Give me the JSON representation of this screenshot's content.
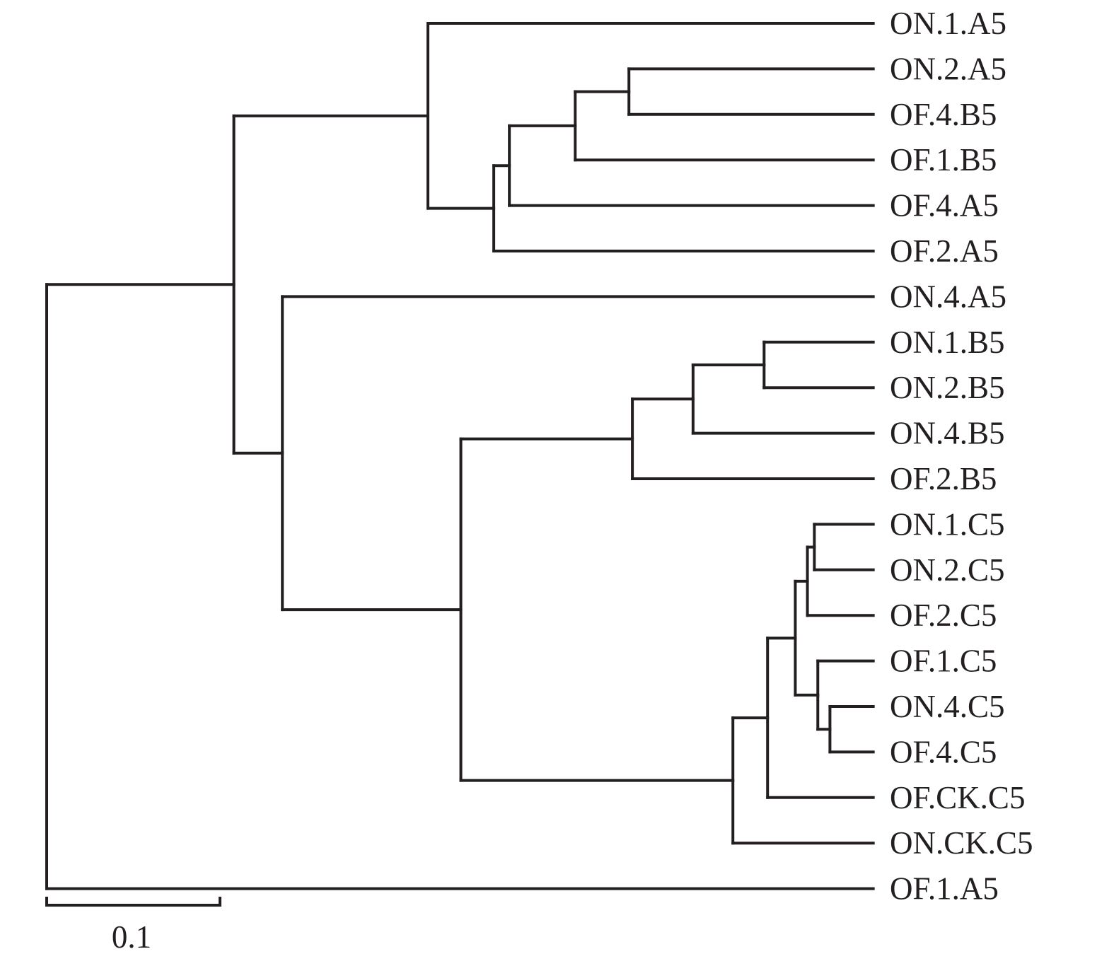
{
  "chart_data": {
    "type": "dendrogram",
    "scale_bar": {
      "value": 0.1,
      "label": "0.1"
    },
    "leaf_depth": 0.477,
    "tree": {
      "depth": 0,
      "children": [
        {
          "depth": 0.108,
          "children": [
            {
              "depth": 0.22,
              "children": [
                {
                  "leaf": "ON.1.A5"
                },
                {
                  "depth": 0.258,
                  "children": [
                    {
                      "depth": 0.267,
                      "children": [
                        {
                          "depth": 0.305,
                          "children": [
                            {
                              "depth": 0.336,
                              "children": [
                                {
                                  "leaf": "ON.2.A5"
                                },
                                {
                                  "leaf": "OF.4.B5"
                                }
                              ]
                            },
                            {
                              "leaf": "OF.1.B5"
                            }
                          ]
                        },
                        {
                          "leaf": "OF.4.A5"
                        }
                      ]
                    },
                    {
                      "leaf": "OF.2.A5"
                    }
                  ]
                }
              ]
            },
            {
              "depth": 0.136,
              "children": [
                {
                  "leaf": "ON.4.A5"
                },
                {
                  "depth": 0.239,
                  "children": [
                    {
                      "depth": 0.338,
                      "children": [
                        {
                          "depth": 0.373,
                          "children": [
                            {
                              "depth": 0.414,
                              "children": [
                                {
                                  "leaf": "ON.1.B5"
                                },
                                {
                                  "leaf": "ON.2.B5"
                                }
                              ]
                            },
                            {
                              "leaf": "ON.4.B5"
                            }
                          ]
                        },
                        {
                          "leaf": "OF.2.B5"
                        }
                      ]
                    },
                    {
                      "depth": 0.396,
                      "children": [
                        {
                          "depth": 0.416,
                          "children": [
                            {
                              "depth": 0.432,
                              "children": [
                                {
                                  "depth": 0.439,
                                  "children": [
                                    {
                                      "depth": 0.443,
                                      "children": [
                                        {
                                          "leaf": "ON.1.C5"
                                        },
                                        {
                                          "leaf": "ON.2.C5"
                                        }
                                      ]
                                    },
                                    {
                                      "leaf": "OF.2.C5"
                                    }
                                  ]
                                },
                                {
                                  "depth": 0.445,
                                  "children": [
                                    {
                                      "leaf": "OF.1.C5"
                                    },
                                    {
                                      "depth": 0.452,
                                      "children": [
                                        {
                                          "leaf": "ON.4.C5"
                                        },
                                        {
                                          "leaf": "OF.4.C5"
                                        }
                                      ]
                                    }
                                  ]
                                }
                              ]
                            },
                            {
                              "leaf": "OF.CK.C5"
                            }
                          ]
                        },
                        {
                          "leaf": "ON.CK.C5"
                        }
                      ]
                    }
                  ]
                }
              ]
            }
          ]
        },
        {
          "leaf": "OF.1.A5"
        }
      ]
    }
  }
}
